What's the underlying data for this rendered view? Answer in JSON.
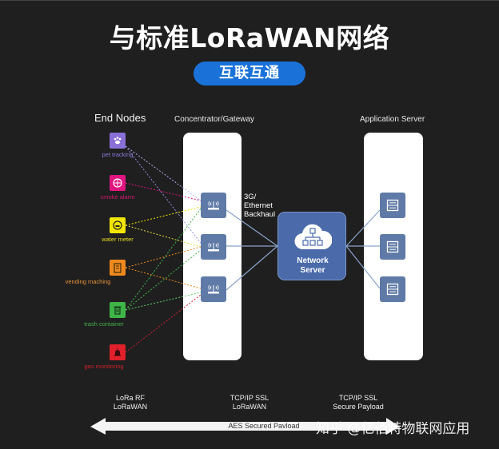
{
  "header": {
    "title": "与标准LoRaWAN网络",
    "subtitle_badge": "互联互通"
  },
  "columns": {
    "end_nodes": "End Nodes",
    "gateway": "Concentrator/Gateway",
    "app_server": "Application Server"
  },
  "end_nodes": [
    {
      "label": "pet tracking",
      "icon": "paw-icon",
      "color": "#8a6fd6"
    },
    {
      "label": "smoke alarm",
      "icon": "smoke-detector-icon",
      "color": "#e0157f"
    },
    {
      "label": "water meter",
      "icon": "meter-icon",
      "color": "#f2e600"
    },
    {
      "label": "vending maching",
      "icon": "vending-machine-icon",
      "color": "#f08a1e"
    },
    {
      "label": "trash container",
      "icon": "trash-icon",
      "color": "#3fb548"
    },
    {
      "label": "gas monitoring",
      "icon": "gas-alarm-icon",
      "color": "#e0202a"
    }
  ],
  "gateways": [
    {
      "icon": "gateway-router-icon"
    },
    {
      "icon": "gateway-router-icon"
    },
    {
      "icon": "gateway-router-icon"
    }
  ],
  "backhaul": {
    "line1": "3G/",
    "line2": "Ethernet",
    "line3": "Backhaul"
  },
  "network_server": {
    "line1": "Network",
    "line2": "Server",
    "icon": "cloud-network-icon"
  },
  "app_servers": [
    {
      "icon": "server-icon"
    },
    {
      "icon": "server-icon"
    },
    {
      "icon": "server-icon"
    }
  ],
  "protocols": [
    {
      "line1": "LoRa RF",
      "line2": "LoRaWAN"
    },
    {
      "line1": "TCP/IP SSL",
      "line2": "LoRaWAN"
    },
    {
      "line1": "TCP/IP SSL",
      "line2": "Secure Payload"
    }
  ],
  "arrow": {
    "label": "AES Secured Pavload"
  },
  "watermark": "知乎 @亿佰特物联网应用",
  "colors": {
    "background": "#1f1f1f",
    "accent_blue": "#1a72d9",
    "device_blue": "#5f7aa6",
    "network_server": "#4a6aaa"
  }
}
